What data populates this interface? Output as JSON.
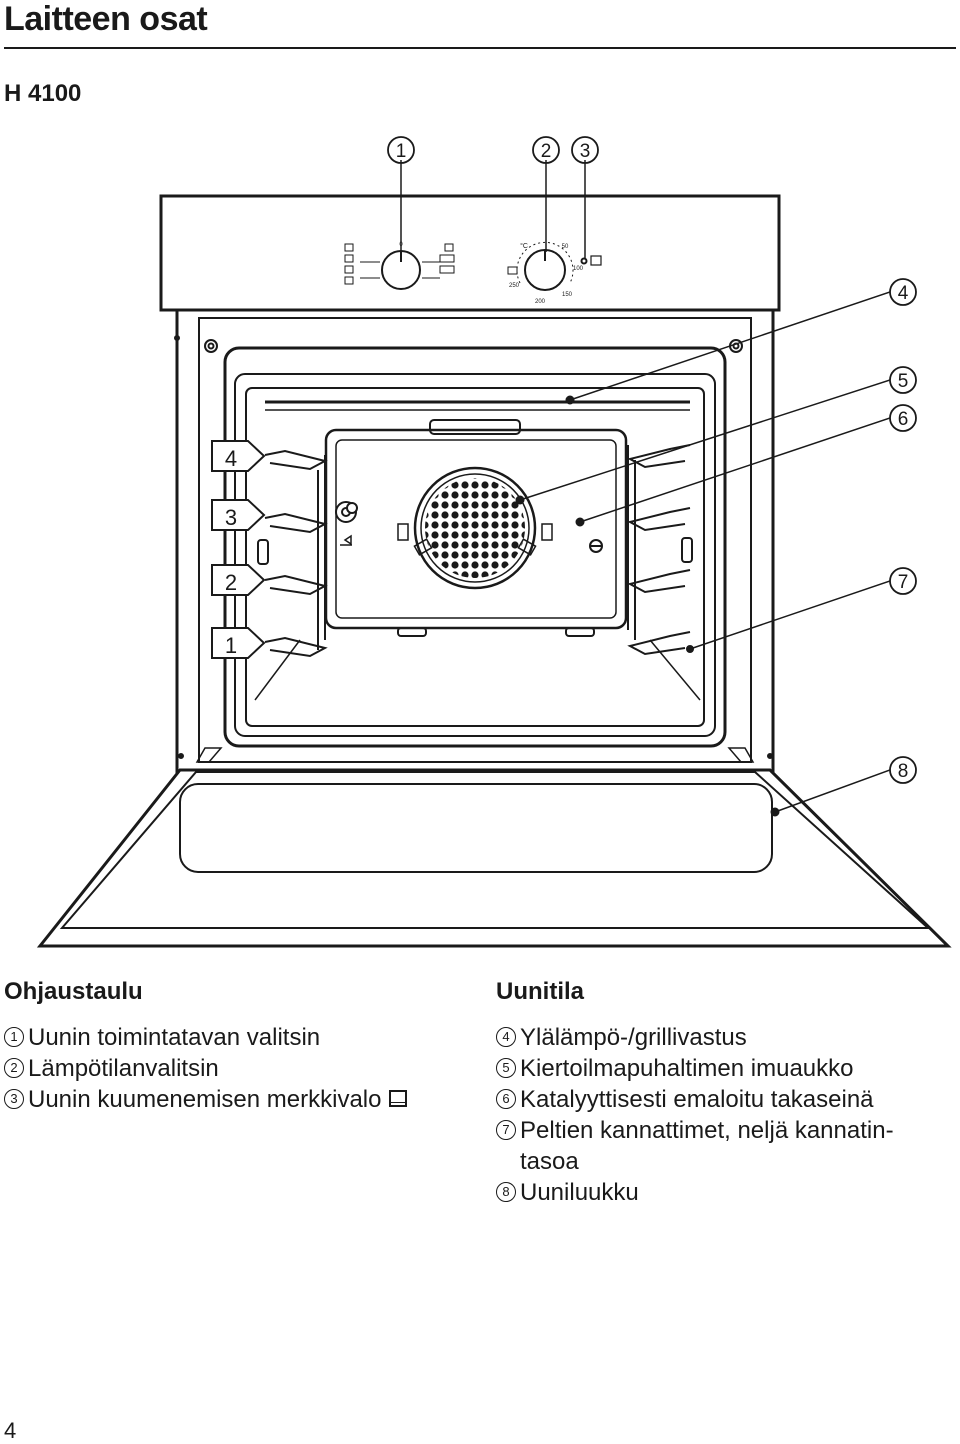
{
  "title": "Laitteen osat",
  "model": "H 4100",
  "diagram": {
    "callouts_top": [
      "1",
      "2",
      "3"
    ],
    "callouts_right": [
      "4",
      "5",
      "6",
      "7",
      "8"
    ],
    "shelf_levels": [
      "4",
      "3",
      "2",
      "1"
    ],
    "temperature_marks": [
      "°C",
      "50",
      "100",
      "150",
      "200",
      "250"
    ],
    "selector_mark": "0"
  },
  "ohjaustaulu": {
    "heading": "Ohjaustaulu",
    "items": [
      {
        "num": "1",
        "text": "Uunin toimintatavan valitsin"
      },
      {
        "num": "2",
        "text": "Lämpötilanvalitsin"
      },
      {
        "num": "3",
        "text": "Uunin kuumenemisen merkkivalo"
      }
    ]
  },
  "uunitila": {
    "heading": "Uunitila",
    "items": [
      {
        "num": "4",
        "text": "Ylälämpö-/grillivastus"
      },
      {
        "num": "5",
        "text": "Kiertoilmapuhaltimen imuaukko"
      },
      {
        "num": "6",
        "text": "Katalyyttisesti emaloitu takaseinä"
      },
      {
        "num": "7",
        "text": "Peltien kannattimet, neljä kannatin-",
        "cont": "tasoa"
      },
      {
        "num": "8",
        "text": "Uuniluukku"
      }
    ]
  },
  "page_number": "4"
}
